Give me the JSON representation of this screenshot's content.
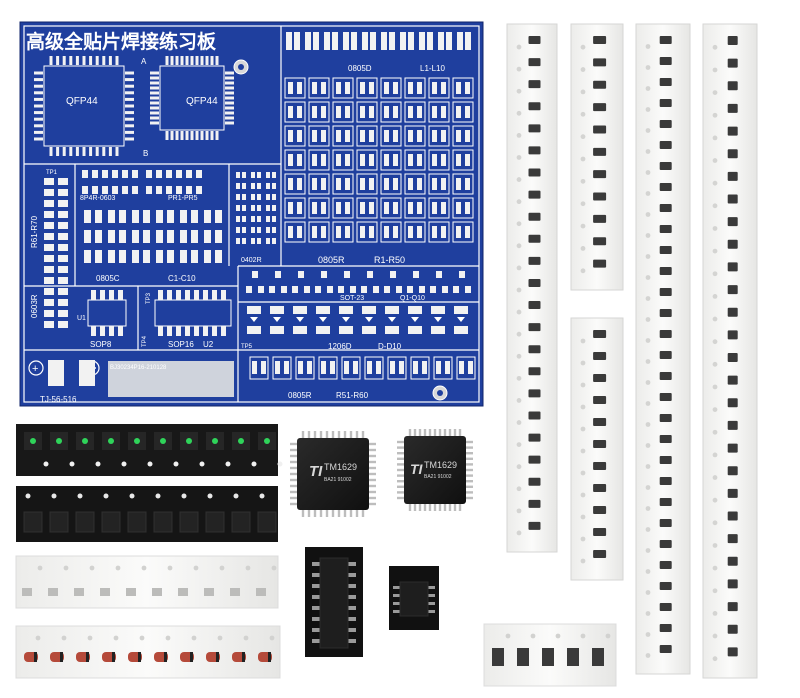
{
  "board": {
    "title": "高级全贴片焊接练习板",
    "qfp_left": "QFP44",
    "qfp_right": "QFP44",
    "pin_a": "A",
    "pin_b": "B",
    "l_label_a": "0805D",
    "l_label_b": "L1-L10",
    "tp1": "TP1",
    "r61": "R61-R70",
    "bp4r": "8P4R-0603",
    "pr1": "PR1-PR5",
    "r0402": "0402R",
    "c_label_a": "0805C",
    "c_label_b": "C1-C10",
    "r_label_a": "0805R",
    "r_label_b": "R1-R50",
    "r0603": "0603R",
    "sop8": "SOP8",
    "u1": "U1",
    "tp3": "TP3",
    "tp4": "TP4",
    "sop16": "SOP16",
    "u2": "U2",
    "sot23": "SOT-23",
    "q_range": "Q1-Q10",
    "tp5": "TP5",
    "d1206": "1206D",
    "d_range": "D-D10",
    "date_code": "BJ30234P16-210128",
    "r51_a": "0805R",
    "r51_b": "R51-R60",
    "tj": "TJ-56-516",
    "plus": "+"
  },
  "chips": {
    "qfp_brand_1": "TM1629",
    "qfp_brand_2": "TM1629",
    "qfp_sub": "BA21 91002"
  },
  "colors": {
    "pcb": "#1f3f9e",
    "pcb_dark": "#17328a",
    "silk": "#ffffff",
    "pad": "#f2f2f2",
    "tape_white": "#f6f6f4",
    "tape_black": "#161616",
    "chip": "#1c1c1c",
    "led_green": "#2fd45a"
  }
}
